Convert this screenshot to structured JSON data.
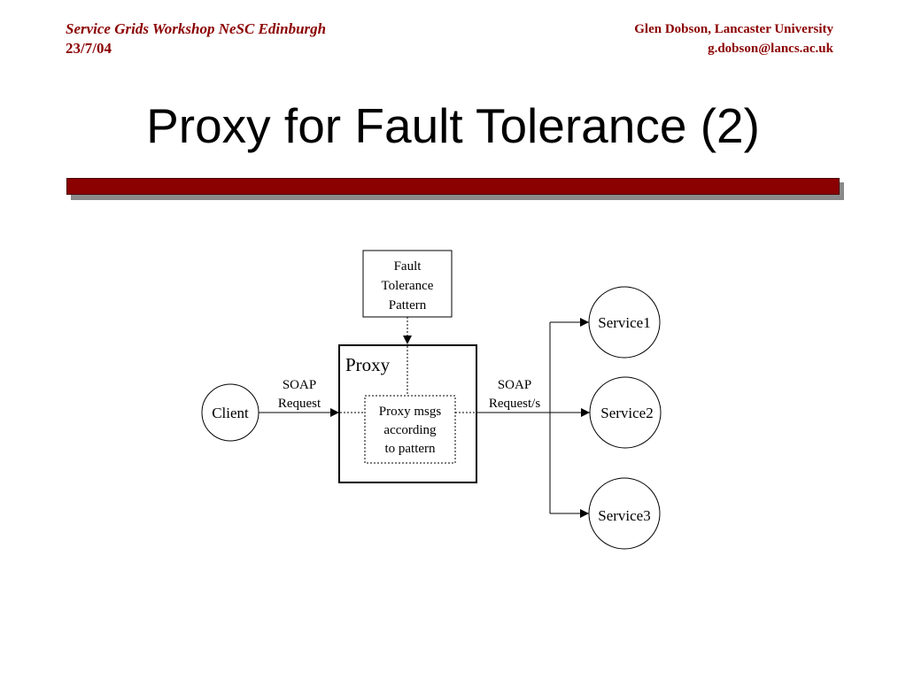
{
  "header": {
    "workshop": "Service Grids Workshop NeSC Edinburgh",
    "date": "23/7/04",
    "author": "Glen Dobson, Lancaster University",
    "email": "g.dobson@lancs.ac.uk"
  },
  "slide": {
    "title": "Proxy for Fault Tolerance (2)",
    "accent_color": "#8b0000"
  },
  "diagram": {
    "pattern_box": [
      "Fault",
      "Tolerance",
      "Pattern"
    ],
    "proxy_label": "Proxy",
    "proxy_inner": [
      "Proxy msgs",
      "according",
      "to pattern"
    ],
    "client": "Client",
    "request_label": [
      "SOAP",
      "Request"
    ],
    "requests_label": [
      "SOAP",
      "Request/s"
    ],
    "services": [
      "Service1",
      "Service2",
      "Service3"
    ]
  }
}
